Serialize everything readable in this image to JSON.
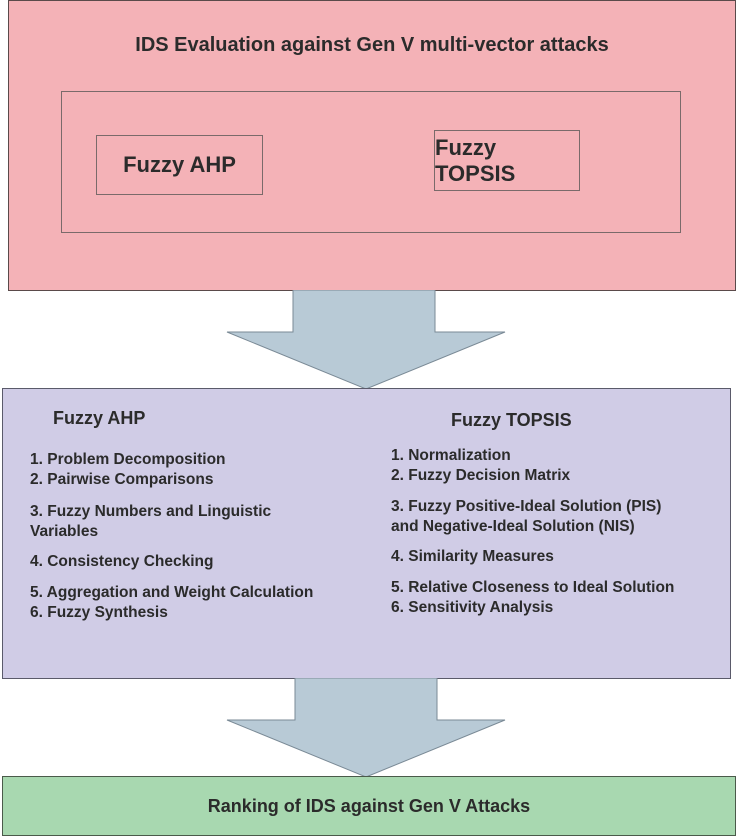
{
  "top": {
    "title": "IDS Evaluation against Gen V multi-vector attacks",
    "method_left": "Fuzzy AHP",
    "method_right": "Fuzzy TOPSIS"
  },
  "middle": {
    "ahp": {
      "title": "Fuzzy AHP",
      "steps": [
        "1. Problem Decomposition",
        "2. Pairwise Comparisons",
        "3. Fuzzy Numbers and Linguistic",
        "Variables",
        "4. Consistency Checking",
        "5. Aggregation and Weight Calculation",
        "6. Fuzzy Synthesis"
      ]
    },
    "topsis": {
      "title": "Fuzzy TOPSIS",
      "steps": [
        "1. Normalization",
        "2. Fuzzy Decision Matrix",
        "3. Fuzzy Positive-Ideal Solution (PIS)",
        "and Negative-Ideal Solution (NIS)",
        "4. Similarity Measures",
        "5. Relative Closeness to Ideal Solution",
        "6. Sensitivity Analysis"
      ]
    }
  },
  "bottom": {
    "title": "Ranking of IDS against Gen V Attacks"
  },
  "colors": {
    "top_box": "#f4b2b7",
    "middle_box": "#d0cce6",
    "bottom_box": "#a8d8b0",
    "arrow": "#b8cad6"
  }
}
